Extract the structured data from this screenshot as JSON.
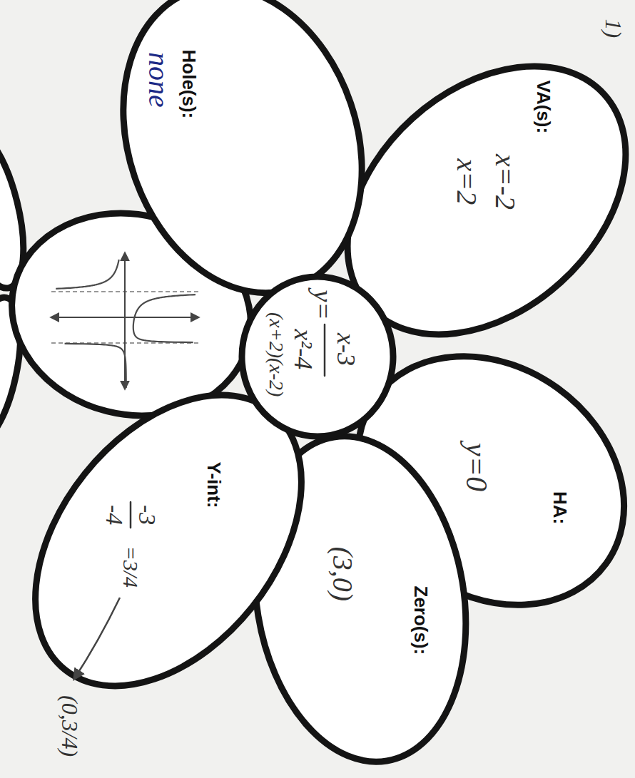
{
  "diagram": {
    "nodes": [
      {
        "text": [
          "VA(s):",
          "x=-2",
          "x=2"
        ]
      },
      {
        "text": [
          "HA:",
          "y=0"
        ]
      },
      {
        "text": [
          "y=",
          "x-3",
          "x²-4",
          "(x+2)(x-2)"
        ]
      },
      {
        "text": [
          "Hole(s):",
          "none"
        ]
      },
      {
        "text": [
          "Zero(s):",
          "(3,0)"
        ]
      },
      {
        "text": [
          "Y-int:",
          "-3",
          "-4",
          "=3/4"
        ]
      }
    ],
    "labels": [
      "1)",
      "(0,3/4)"
    ]
  }
}
